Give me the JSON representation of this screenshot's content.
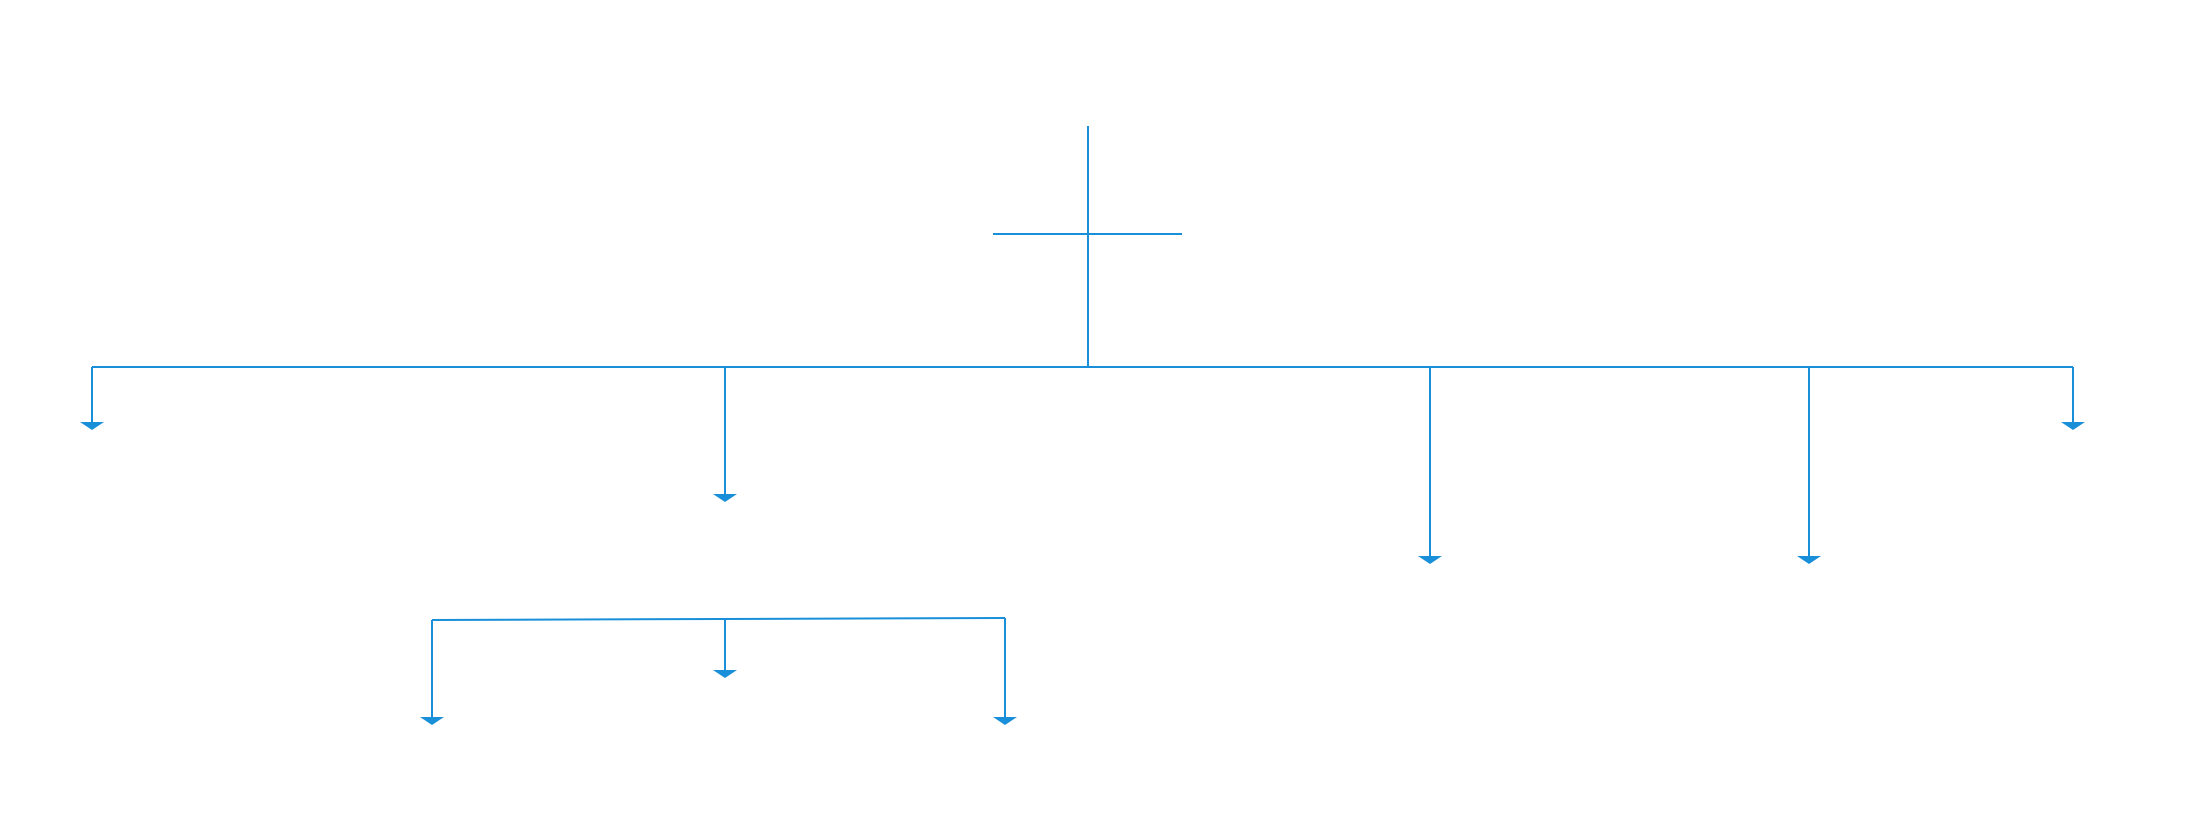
{
  "diagram": {
    "line_color": "#1a8fd9",
    "background": "#ffffff",
    "connectors": [
      {
        "id": "root-stem",
        "kind": "line"
      },
      {
        "id": "cross-bar",
        "kind": "line"
      },
      {
        "id": "main-bus",
        "kind": "line"
      },
      {
        "id": "branch-1",
        "kind": "arrow"
      },
      {
        "id": "branch-2",
        "kind": "arrow"
      },
      {
        "id": "branch-3",
        "kind": "arrow"
      },
      {
        "id": "branch-4",
        "kind": "arrow"
      },
      {
        "id": "branch-5",
        "kind": "arrow"
      },
      {
        "id": "sub-bus",
        "kind": "line"
      },
      {
        "id": "sub-branch-1",
        "kind": "arrow"
      },
      {
        "id": "sub-branch-2",
        "kind": "arrow"
      },
      {
        "id": "sub-branch-3",
        "kind": "arrow"
      }
    ]
  }
}
